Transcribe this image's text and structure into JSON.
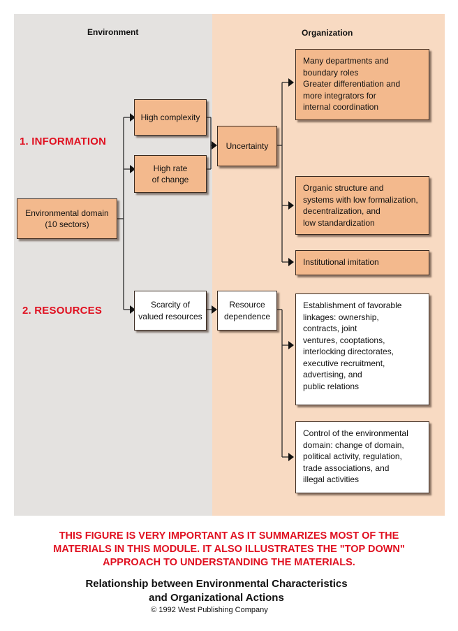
{
  "headers": {
    "environment": "Environment",
    "organization": "Organization"
  },
  "categories": {
    "information": "1. INFORMATION",
    "resources": "2. RESOURCES"
  },
  "boxes": {
    "environmental_domain": "Environmental domain\n(10 sectors)",
    "high_complexity": "High complexity",
    "high_rate_of_change": "High rate\nof change",
    "scarcity": "Scarcity of\nvalued resources",
    "uncertainty": "Uncertainty",
    "resource_dependence": "Resource\ndependence",
    "many_departments": "Many departments and\nboundary roles\nGreater differentiation and\nmore integrators for\ninternal coordination",
    "organic_structure": "Organic structure and\nsystems with low formalization,\ndecentralization, and\nlow standardization",
    "institutional_imitation": "Institutional imitation",
    "favorable_linkages": "Establishment of favorable\nlinkages: ownership,\ncontracts, joint\nventures, cooptations,\ninterlocking directorates,\nexecutive recruitment,\nadvertising, and\npublic relations",
    "control_domain": "Control of the environmental\ndomain: change of domain,\npolitical activity, regulation,\ntrade associations, and\nillegal activities"
  },
  "note": "THIS FIGURE IS VERY IMPORTANT AS IT SUMMARIZES MOST OF THE\nMATERIALS IN THIS MODULE.  IT ALSO ILLUSTRATES THE \"TOP DOWN\"\nAPPROACH TO UNDERSTANDING THE MATERIALS.",
  "caption": "Relationship between Environmental Characteristics\nand Organizational Actions",
  "copyright": "© 1992 West Publishing Company",
  "colors": {
    "environment_panel": "#e4e2e0",
    "organization_panel": "#f8dac2",
    "orange_box": "#f3b98d",
    "red_text": "#e01020"
  }
}
